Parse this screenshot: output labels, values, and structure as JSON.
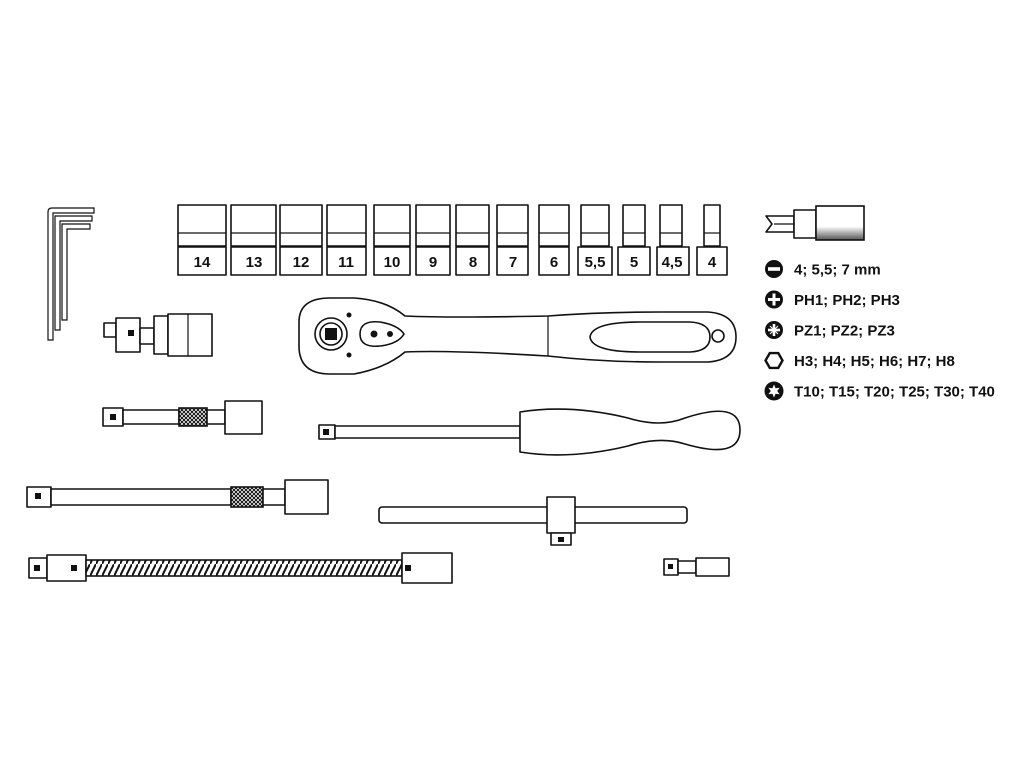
{
  "sockets": [
    "14",
    "13",
    "12",
    "11",
    "10",
    "9",
    "8",
    "7",
    "6",
    "5,5",
    "5",
    "4,5",
    "4"
  ],
  "legend": [
    {
      "icon": "slotted-icon",
      "text": "4; 5,5; 7 mm"
    },
    {
      "icon": "phillips-icon",
      "text": "PH1; PH2; PH3"
    },
    {
      "icon": "pozidriv-icon",
      "text": "PZ1; PZ2; PZ3"
    },
    {
      "icon": "hex-icon",
      "text": "H3; H4; H5; H6; H7; H8"
    },
    {
      "icon": "torx-icon",
      "text": "T10; T15; T20; T25; T30; T40"
    }
  ],
  "colors": {
    "line": "#111111",
    "background": "#ffffff"
  }
}
